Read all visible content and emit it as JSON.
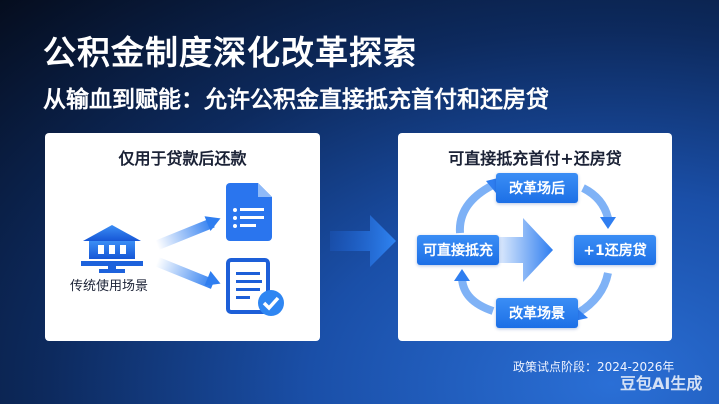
{
  "title": "公积金制度深化改革探索",
  "subtitle": "从输血到赋能：允许公积金直接抵充首付和还房贷",
  "left_card": {
    "heading": "仅用于贷款后还款",
    "bank_label": "传统使用场景"
  },
  "right_card": {
    "heading": "可直接抵充首付+还房贷",
    "cycle": {
      "top": "改革场后",
      "left": "可直接抵充",
      "right": "+1还房贷",
      "bottom": "改革场景"
    }
  },
  "footer": "政策试点阶段：2024-2026年",
  "watermark": "豆包AI生成",
  "colors": {
    "accent": "#1c6fe6",
    "card": "#ffffff"
  }
}
